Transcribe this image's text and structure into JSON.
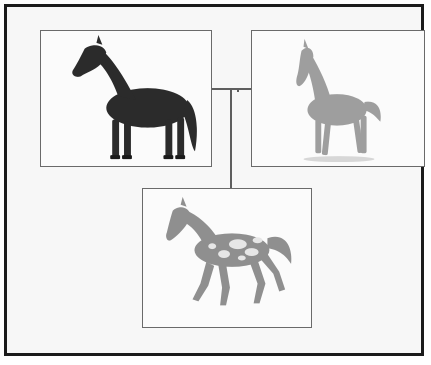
{
  "diagram": {
    "nodes": [
      {
        "id": "parent-dark-horse",
        "icon": "dark-horse-icon",
        "color": "#2b2b2b"
      },
      {
        "id": "parent-pale-horse",
        "icon": "pale-horse-icon",
        "color": "#9e9e9e"
      },
      {
        "id": "offspring-spotted-horse",
        "icon": "spotted-horse-icon",
        "color": "#8f8f8f",
        "spot_color": "#e6e6e6"
      }
    ],
    "frame_color": "#1b1b1b",
    "line_color": "#5e5e5e"
  }
}
